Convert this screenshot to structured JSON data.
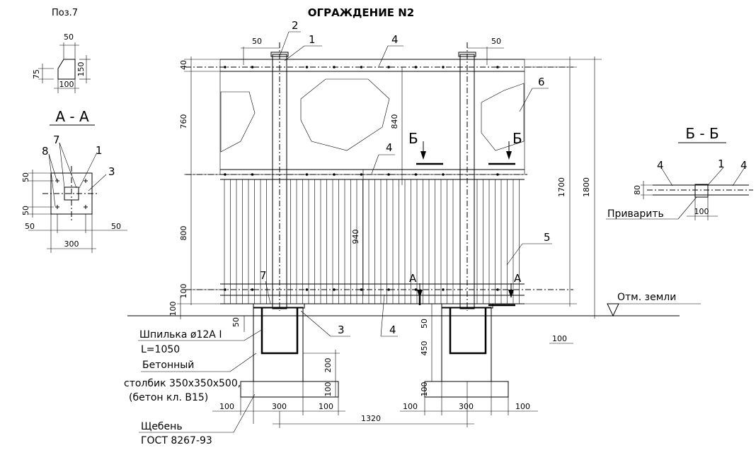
{
  "title": "ОГРАЖДЕНИЕ N2",
  "pos_label": "Поз.7",
  "pos7_dims": [
    "50",
    "75",
    "150",
    "100"
  ],
  "section_aa": {
    "title": "А - А",
    "callouts": [
      "7",
      "8",
      "1",
      "3"
    ],
    "dims": [
      "50",
      "50",
      "50",
      "50",
      "300"
    ]
  },
  "section_bb": {
    "title": "Б - Б",
    "callouts": [
      "4",
      "1",
      "4"
    ],
    "dims": [
      "80",
      "100"
    ],
    "note": "Приварить"
  },
  "elevation": {
    "callouts": [
      "2",
      "1",
      "4",
      "6",
      "4",
      "5",
      "7",
      "3",
      "4"
    ],
    "top_dims": [
      "50",
      "50"
    ],
    "left_dims": [
      "40",
      "760",
      "800",
      "100",
      "100"
    ],
    "inner_dims": [
      "840",
      "940"
    ],
    "right_dims": [
      "1700",
      "1800"
    ],
    "section_marks": [
      "Б",
      "Б",
      "А",
      "А"
    ],
    "ground_label": "Отм. земли",
    "ground_dim": "100"
  },
  "foundation": {
    "dims_vertical": [
      "50",
      "450",
      "200",
      "100",
      "100",
      "50"
    ],
    "dims_horizontal_left": [
      "100",
      "300",
      "100"
    ],
    "dims_horizontal_right": [
      "100",
      "300",
      "100"
    ],
    "span": "1320"
  },
  "notes": {
    "pin_1": "Шпилька ø12А I",
    "pin_2": "L=1050",
    "concrete_1": "Бетонный",
    "concrete_2": "столбик 350х350х500,",
    "concrete_3": "(бетон кл. В15)",
    "gravel_1": "Щебень",
    "gravel_2": "ГОСТ 8267-93"
  }
}
